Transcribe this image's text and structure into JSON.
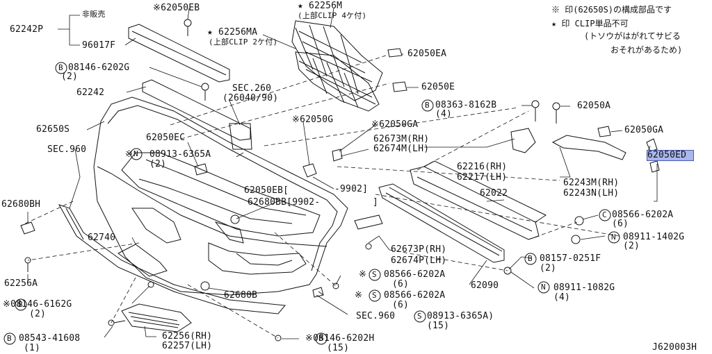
{
  "diagram_code": "J620003H",
  "notes": {
    "asterisk_line": "※ 印(62650S)の構成部品です",
    "star_line": "★ 印 CLIP単品不可",
    "star_reason_1": "(トソウがはがれてサビる",
    "star_reason_2": "おそれがあるため)"
  },
  "labels": {
    "not_for_sale": "非販売",
    "p62242P": "62242P",
    "p96017F": "96017F",
    "p62050EB_top": "※62050EB",
    "p62256M_star": "★ 62256M",
    "p62256M_sub": "(上部CLIP 4ケ付)",
    "p62256MA_star": "★ 62256MA",
    "p62256MA_sub": "(上部CLIP 2ケ付)",
    "p08146_6202G": "08146-6202G",
    "qty_2a": "(2)",
    "p62050EA": "62050EA",
    "p62050E": "62050E",
    "p62242": "62242",
    "sec260": "SEC.260",
    "sec260_sub": "(26040/90)",
    "p08363_8162B": "08363-8162B",
    "qty_4a": "(4)",
    "p62050A": "62050A",
    "p62650S": "62650S",
    "p62050G": "※62050G",
    "p62050GA_mid": "※62050GA",
    "p62050GA_right": "62050GA",
    "sec960_left": "SEC.960",
    "p62050EC": "62050EC",
    "p08913_6365A": "08913-6365A",
    "qty_2b": "(2)",
    "p62673M": "62673M(RH)",
    "p62674M": "62674M(LH)",
    "p62050ED": "62050ED",
    "p62216": "62216(RH)",
    "p62217": "62217(LH)",
    "p62243M": "62243M(RH)",
    "p62243N": "62243N(LH)",
    "range_9902": "-9902]",
    "p62050EB_mid": "62050EB[",
    "p62680BB": "62680BB[9902-",
    "bracket_close": "]",
    "p62022": "62022",
    "p62680BH": "62680BH",
    "p08566_6202A_right": "08566-6202A",
    "qty_6a": "(6)",
    "p62740": "62740",
    "p08911_1402G": "08911-1402G",
    "qty_2c": "(2)",
    "p62673P": "62673P(RH)",
    "p62674P": "62674P(LH)",
    "p08157_0251F": "08157-0251F",
    "qty_2d": "(2)",
    "p08566_6202A_mid": "08566-6202A",
    "qty_6b": "(6)",
    "p62256A": "62256A",
    "p62090": "62090",
    "p08911_1082G": "08911-1082G",
    "qty_4b": "(4)",
    "p08146_6162G": "※08146-6162G",
    "qty_2e": "(2)",
    "p62680B": "62680B",
    "p08566_6202A_low": "08566-6202A",
    "qty_6c": "(6)",
    "sec960_low": "SEC.960",
    "p08913_6365A_low": "08913-6365A)",
    "qty_15a": "(15)",
    "p62256": "62256(RH)",
    "p62257": "62257(LH)",
    "p08543_41608": "08543-41608",
    "qty_1": "(1)",
    "p08146_6202H": "※08146-6202H",
    "qty_15b": "(15)",
    "circ_B": "B",
    "circ_N": "N",
    "circ_C": "C",
    "circ_S": "S",
    "asterisk": "※"
  },
  "colors": {
    "line": "#111111",
    "highlight": "#aab6ec"
  },
  "highlighted_part": "62050ED"
}
